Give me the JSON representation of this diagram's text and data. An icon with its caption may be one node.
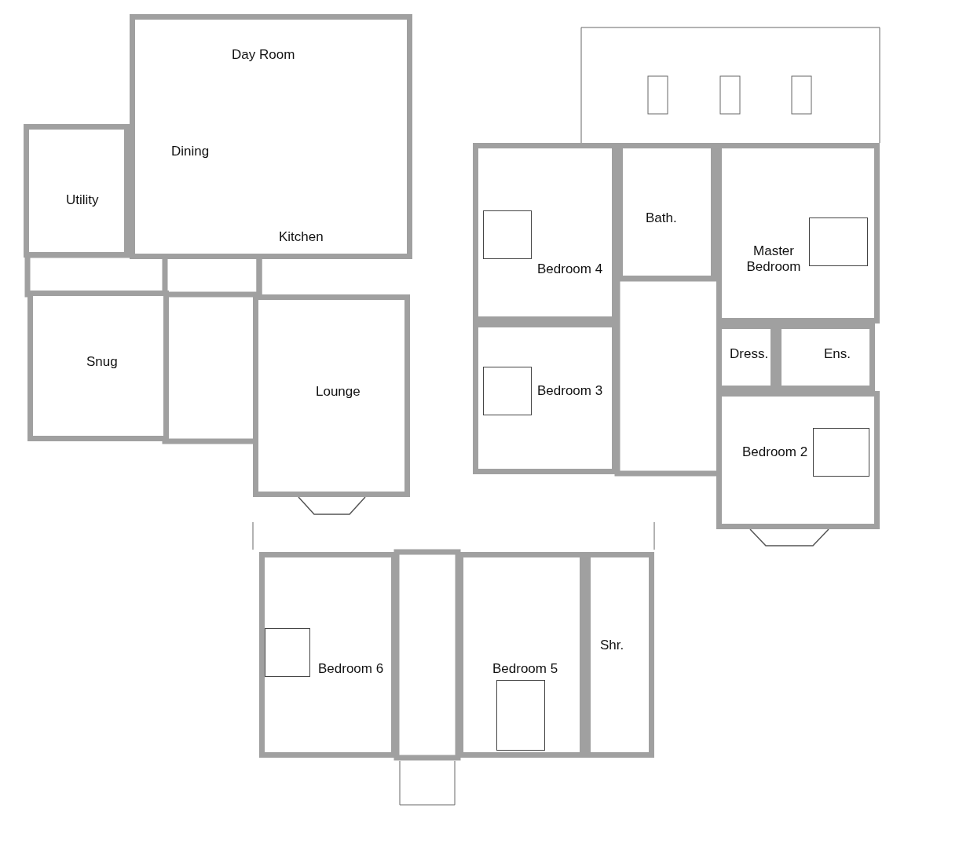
{
  "diagram": {
    "nodes": [
      {
        "text": [
          "Day Room",
          "Dining",
          "Kitchen"
        ]
      },
      {
        "text": [
          "Utility"
        ]
      },
      {
        "text": [
          "Snug"
        ]
      },
      {
        "text": [
          "Lounge"
        ]
      },
      {
        "text": [
          "Bedroom 4"
        ]
      },
      {
        "text": [
          "Bath."
        ]
      },
      {
        "text": [
          "Master Bedroom"
        ]
      },
      {
        "text": [
          "Dress."
        ]
      },
      {
        "text": [
          "Ens."
        ]
      },
      {
        "text": [
          "Bedroom 3"
        ]
      },
      {
        "text": [
          "Bedroom 2"
        ]
      },
      {
        "text": [
          "Bedroom 6"
        ]
      },
      {
        "text": [
          "Bedroom 5"
        ]
      },
      {
        "text": [
          "Shr."
        ]
      }
    ]
  }
}
